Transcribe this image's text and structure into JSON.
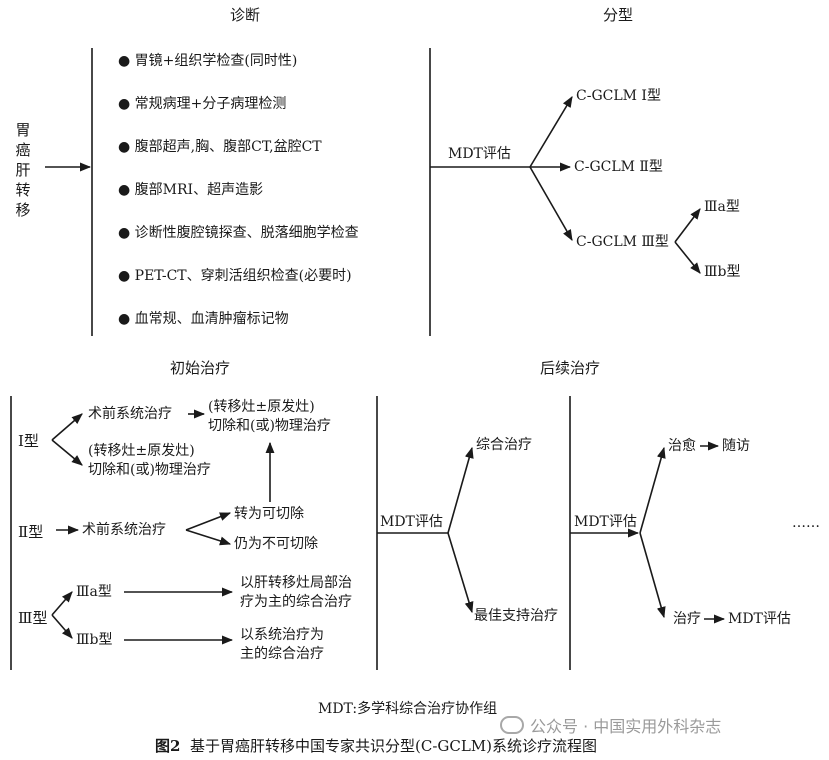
{
  "top": {
    "diagnosis_title": "诊断",
    "subtype_title": "分型",
    "left_label": "胃癌肝转移",
    "diagnosis_items": [
      "胃镜+组织学检查(同时性)",
      "常规病理+分子病理检测",
      "腹部超声,胸、腹部CT,盆腔CT",
      "腹部MRI、超声造影",
      "诊断性腹腔镜探查、脱落细胞学检查",
      "PET-CT、穿刺活组织检查(必要时)",
      "血常规、血清肿瘤标记物"
    ],
    "mdt_label": "MDT评估",
    "types": [
      "C-GCLM Ⅰ型",
      "C-GCLM Ⅱ型",
      "C-GCLM Ⅲ型"
    ],
    "subtypes": [
      "Ⅲa型",
      "Ⅲb型"
    ]
  },
  "bottom": {
    "initial_title": "初始治疗",
    "followup_title": "后续治疗",
    "type1": "Ⅰ型",
    "type1_a": "术前系统治疗",
    "type1_a_result_1": "(转移灶±原发灶)",
    "type1_a_result_2": "切除和(或)物理治疗",
    "type1_b_1": "(转移灶±原发灶)",
    "type1_b_2": "切除和(或)物理治疗",
    "type2": "Ⅱ型",
    "type2_a": "术前系统治疗",
    "type2_r1": "转为可切除",
    "type2_r2": "仍为不可切除",
    "type3": "Ⅲ型",
    "type3a": "Ⅲa型",
    "type3a_result_1": "以肝转移灶局部治",
    "type3a_result_2": "疗为主的综合治疗",
    "type3b": "Ⅲb型",
    "type3b_result_1": "以系统治疗为",
    "type3b_result_2": "主的综合治疗",
    "mdt_1": "MDT评估",
    "comprehensive": "综合治疗",
    "best_support": "最佳支持治疗",
    "mdt_2": "MDT评估",
    "cure": "治愈",
    "followup": "随访",
    "treatment": "治疗",
    "mdt_3": "MDT评估",
    "ellipsis": "……"
  },
  "footnote": "MDT:多学科综合治疗协作组",
  "watermark": "公众号 · 中国实用外科杂志",
  "caption_label": "图2",
  "caption_text": "基于胃癌肝转移中国专家共识分型(C-GCLM)系统诊疗流程图"
}
